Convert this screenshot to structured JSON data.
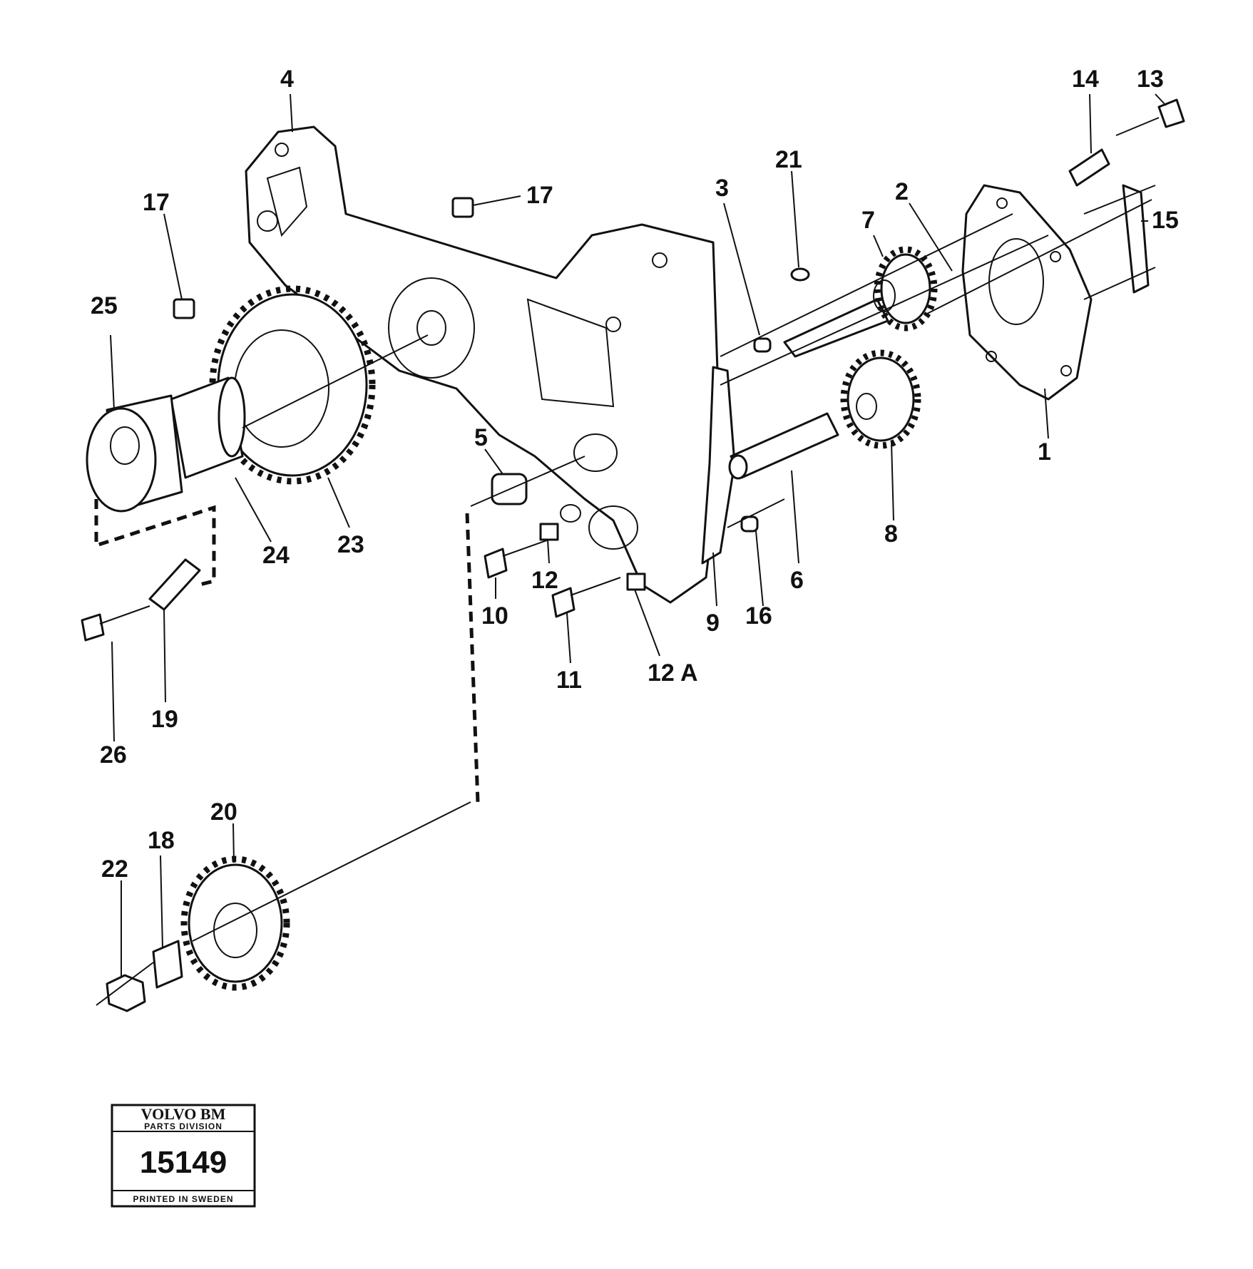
{
  "diagram": {
    "callouts": [
      "1",
      "2",
      "3",
      "4",
      "5",
      "6",
      "7",
      "8",
      "9",
      "10",
      "11",
      "12",
      "12 A",
      "13",
      "14",
      "15",
      "16",
      "17",
      "17",
      "18",
      "19",
      "20",
      "21",
      "22",
      "23",
      "24",
      "25",
      "26"
    ]
  },
  "stamp": {
    "brand": "VOLVO BM",
    "division": "PARTS DIVISION",
    "number": "15149",
    "footer": "PRINTED IN SWEDEN"
  }
}
